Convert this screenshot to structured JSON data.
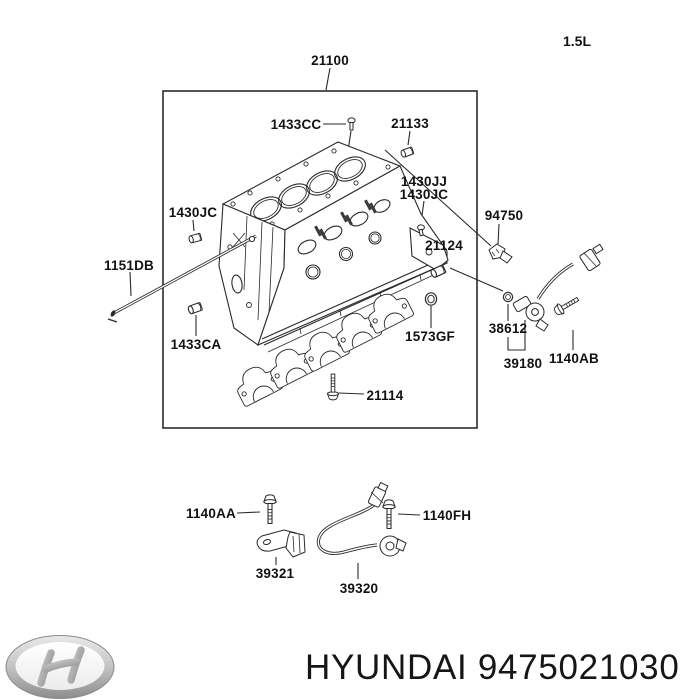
{
  "header": {
    "engine_size": "1.5L"
  },
  "diagram": {
    "description": "Exploded parts diagram of engine cylinder block assembly",
    "assembly": {
      "p21100": "21100"
    },
    "parts": {
      "p1433CC": "1433CC",
      "p21133": "21133",
      "p1430JJ": "1430JJ",
      "p1430JC_right": "1430JC",
      "p1430JC_left": "1430JC",
      "p94750": "94750",
      "p21124": "21124",
      "p1151DB": "1151DB",
      "p1433CA": "1433CA",
      "p1573GF": "1573GF",
      "p38612": "38612",
      "p39180": "39180",
      "p1140AB": "1140AB",
      "p21114": "21114",
      "p1140AA": "1140AA",
      "p39321": "39321",
      "p39320": "39320",
      "p1140FH": "1140FH"
    }
  },
  "footer": {
    "logo_icon": "hyundai-logo",
    "title": "HYUNDAI 9475021030"
  },
  "colors": {
    "line": "#2a2a2a",
    "text": "#121212",
    "background": "#ffffff",
    "logo_silver": "#aeaeae"
  }
}
